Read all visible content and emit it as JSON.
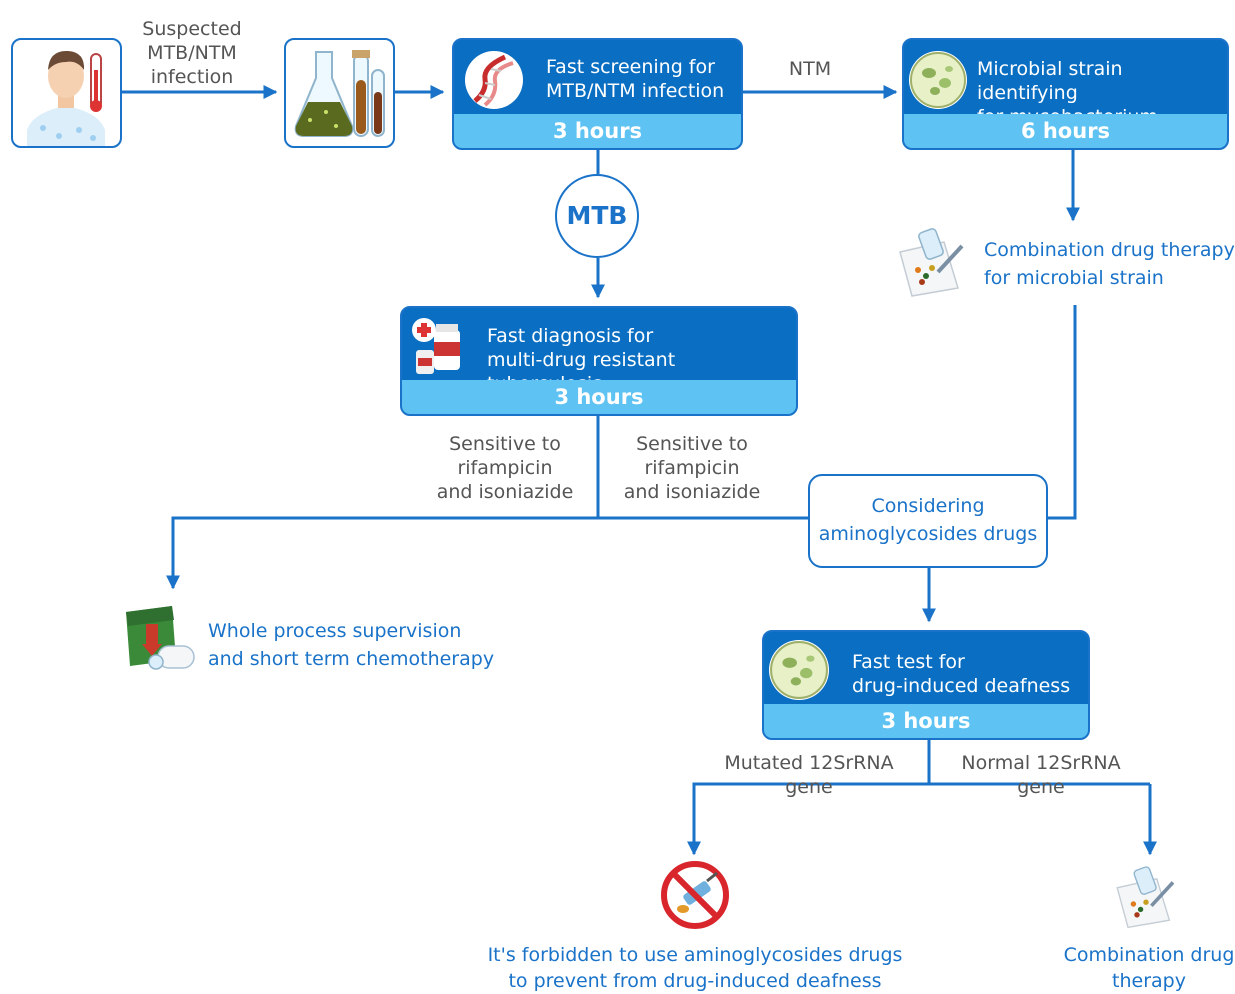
{
  "start_label": [
    "Suspected",
    "MTB/NTM",
    "infection"
  ],
  "screening": {
    "title": [
      "Fast screening for",
      "MTB/NTM infection"
    ],
    "duration": "3 hours"
  },
  "ntm_label": "NTM",
  "strain": {
    "title": [
      "Microbial strain identifying",
      "for mycobacterium"
    ],
    "duration": "6 hours"
  },
  "mtb_label": "MTB",
  "combo_strain": [
    "Combination drug therapy",
    "for microbial strain"
  ],
  "mdr": {
    "title": [
      "Fast diagnosis for",
      "multi-drug resistant tuberculosis"
    ],
    "duration": "3 hours"
  },
  "sensitive_left": [
    "Sensitive to",
    "rifampicin",
    "and isoniazide"
  ],
  "sensitive_right": [
    "Sensitive to",
    "rifampicin",
    "and isoniazide"
  ],
  "considering": [
    "Considering",
    "aminoglycosides drugs"
  ],
  "supervision": [
    "Whole process supervision",
    "and short term chemotherapy"
  ],
  "deafness": {
    "title": [
      "Fast test for",
      "drug-induced deafness"
    ],
    "duration": "3 hours"
  },
  "mutated_label": "Mutated 12SrRNA gene",
  "normal_label": "Normal 12SrRNA gene",
  "forbidden": [
    "It's forbidden to use aminoglycosides drugs",
    "to prevent from drug-induced deafness"
  ],
  "combo_final": [
    "Combination drug",
    "therapy"
  ],
  "colors": {
    "primary": "#0a6ec2",
    "accent": "#5ec3f2",
    "line": "#1a73c9",
    "forbidden": "#d9252c"
  }
}
